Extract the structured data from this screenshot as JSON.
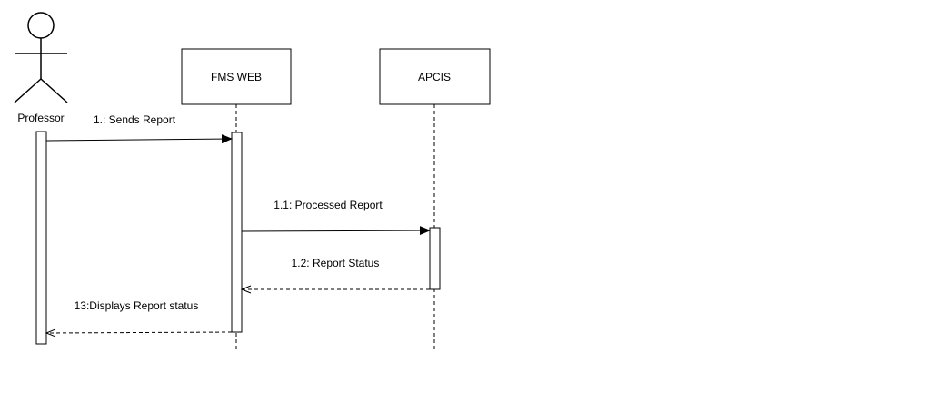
{
  "actor": {
    "name": "Professor"
  },
  "participants": [
    {
      "label": "FMS WEB"
    },
    {
      "label": "APCIS"
    }
  ],
  "messages": [
    {
      "label": "1.: Sends Report",
      "style": "solid"
    },
    {
      "label": "1.1: Processed Report",
      "style": "solid"
    },
    {
      "label": "1.2: Report Status",
      "style": "dashed"
    },
    {
      "label": "13:Displays Report status",
      "style": "dashed"
    }
  ],
  "colors": {
    "line": "#000000",
    "background": "#ffffff"
  }
}
